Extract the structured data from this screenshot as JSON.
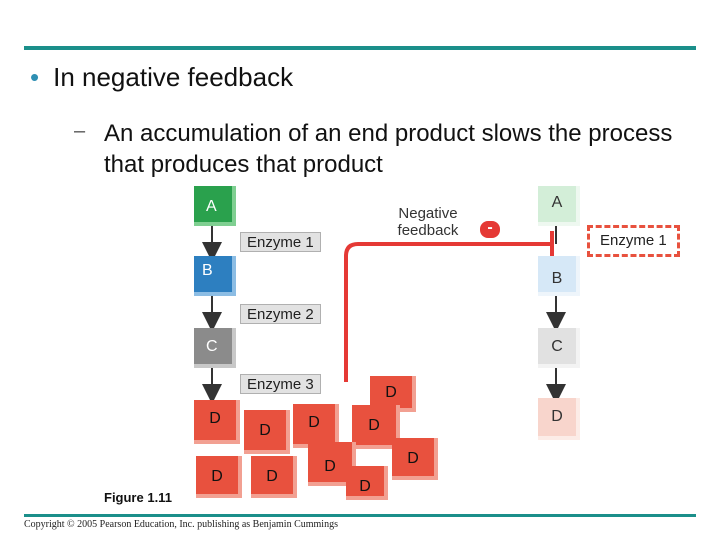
{
  "slide": {
    "bullet": "In negative feedback",
    "sub_dash": "–",
    "sub_bullet": "An accumulation of an end product slows the process that produces that product",
    "figure_label": "Figure 1.11",
    "copyright": "Copyright © 2005 Pearson Education, Inc. publishing as Benjamin Cummings"
  },
  "diagram": {
    "left_pathway": {
      "a": "A",
      "b": "B",
      "c": "C",
      "enzyme1": "Enzyme 1",
      "enzyme2": "Enzyme 2",
      "enzyme3": "Enzyme 3",
      "d_products": [
        "D",
        "D",
        "D",
        "D",
        "D",
        "D",
        "D",
        "D",
        "D",
        "D"
      ]
    },
    "right_pathway": {
      "a": "A",
      "b": "B",
      "c": "C",
      "d": "D",
      "enzyme1": "Enzyme 1"
    },
    "negative_feedback_label": "Negative feedback",
    "inhibition_symbol": "-"
  },
  "colors": {
    "rule": "#1b8f8a",
    "bullet": "#2e8fb3",
    "A": "#2aa14d",
    "B": "#2d7fc0",
    "C": "#8b8b8b",
    "D": "#e8513e",
    "feedback_line": "#e53935"
  }
}
